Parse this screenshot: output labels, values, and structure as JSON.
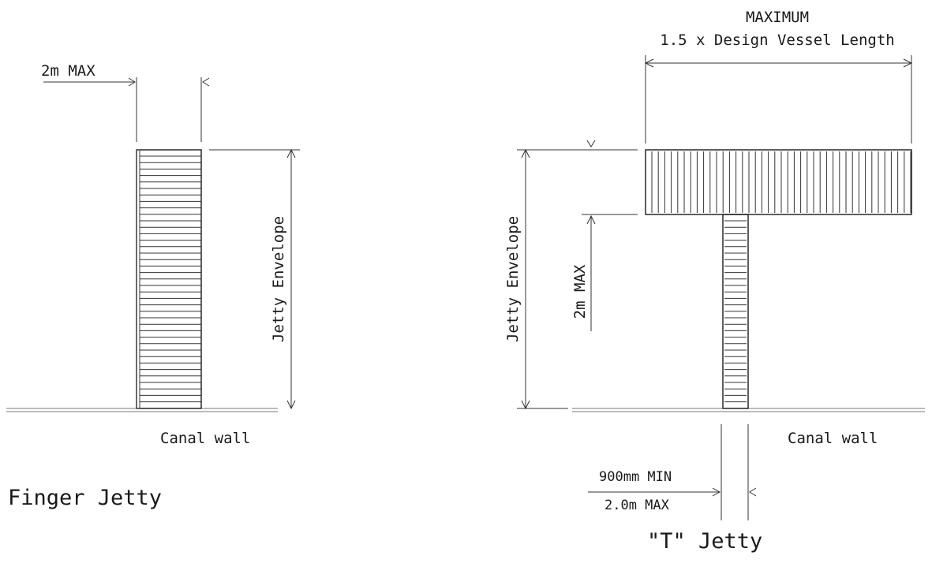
{
  "finger_jetty": {
    "title": "Finger Jetty",
    "width_label": "2m MAX",
    "envelope_label": "Jetty Envelope",
    "wall_label": "Canal wall"
  },
  "t_jetty": {
    "title": "\"T\" Jetty",
    "head_length_label_1": "MAXIMUM",
    "head_length_label_2": "1.5 x Design Vessel Length",
    "envelope_label": "Jetty Envelope",
    "head_width_label": "2m MAX",
    "stem_width_label_1": "900mm MIN",
    "stem_width_label_2": "2.0m MAX",
    "wall_label": "Canal wall"
  }
}
